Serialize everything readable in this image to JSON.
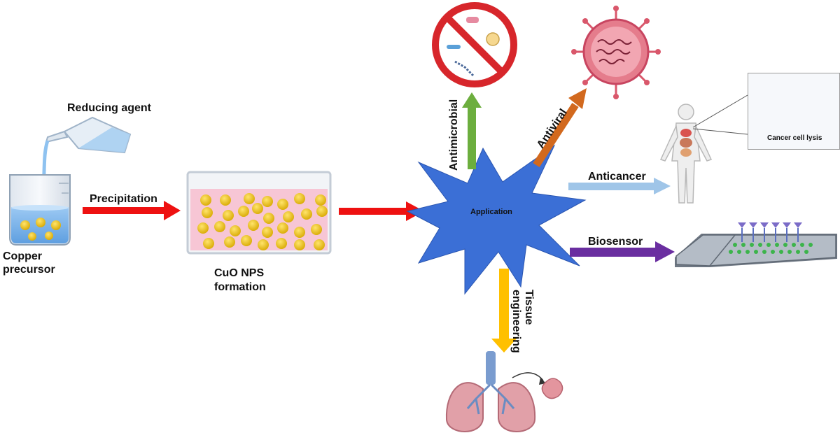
{
  "labels": {
    "reducing_agent": "Reducing agent",
    "copper_precursor_line1": "Copper",
    "copper_precursor_line2": "precursor",
    "precipitation": "Precipitation",
    "cuo_line1": "CuO NPS",
    "cuo_line2": "formation",
    "application": "Application",
    "antimicrobial": "Antimicrobial",
    "antiviral": "Antiviral",
    "anticancer": "Anticancer",
    "cancer_cell_lysis": "Cancer cell lysis",
    "biosensor": "Biosensor",
    "tissue_line1": "Tissue",
    "tissue_line2": "engineering"
  },
  "colors": {
    "precipitation_arrow": "#ee1111",
    "application_arrow": "#ee1111",
    "antimicrobial_arrow": "#6cae3e",
    "antiviral_arrow": "#d2691e",
    "anticancer_arrow": "#9fc5e8",
    "biosensor_arrow": "#6a2ea0",
    "tissue_arrow": "#ffc000",
    "starburst": "#3b6fd6",
    "nanoparticle": "#f0c419",
    "virus": "#d9576b",
    "no_sign": "#d7262b"
  }
}
